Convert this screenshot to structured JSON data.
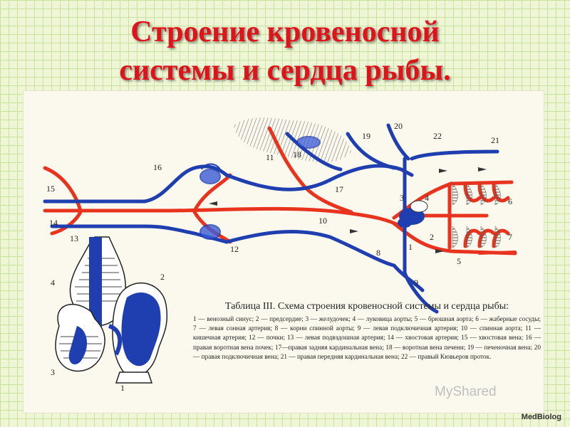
{
  "title": {
    "line1": "Строение кровеносной",
    "line2": "системы и сердца рыбы."
  },
  "caption": {
    "title": "Таблица III. Схема строения кровеносной системы и сердца рыбы:",
    "body": "1 — венозный синус; 2 — предсердие; 3 — желудочек; 4 — луковица аорты; 5 — брюшная аорта; 6 — жаберные сосуды; 7 — левая сонная артерия; 8 — корни спинной аорты; 9 — левая подключичная артерия; 10 — спинная аорта; 11 — кишечная артерия; 12 — почки; 13 — левая подвздошная артерия; 14 — хвостовая артерия; 15 — хвостовая вена; 16 — правая воротная вена почек; 17—правая задняя кардинальная вена; 18 — воротная вена печени; 19 — печеночная вена; 20 — правая подключичная вена; 21 — правая передняя кардинальная вена; 22 — правый Кювьеров проток."
  },
  "labels": {
    "n1": "1",
    "n2": "2",
    "n3": "3",
    "n4": "4",
    "n5": "5",
    "n6": "6",
    "n7": "7",
    "n8": "8",
    "n9": "9",
    "n10": "10",
    "n11": "11",
    "n12": "12",
    "n13": "13",
    "n14": "14",
    "n15": "15",
    "n16": "16",
    "n17": "17",
    "n18": "18",
    "n19": "19",
    "n20": "20",
    "n21": "21",
    "n22": "22",
    "h1": "1",
    "h2": "2",
    "h3": "3",
    "h4": "4"
  },
  "watermark": "MyShared",
  "brand": "MedBiolog",
  "colors": {
    "artery": "#e8341f",
    "vein": "#1f3fb0",
    "title": "#e0121a"
  }
}
